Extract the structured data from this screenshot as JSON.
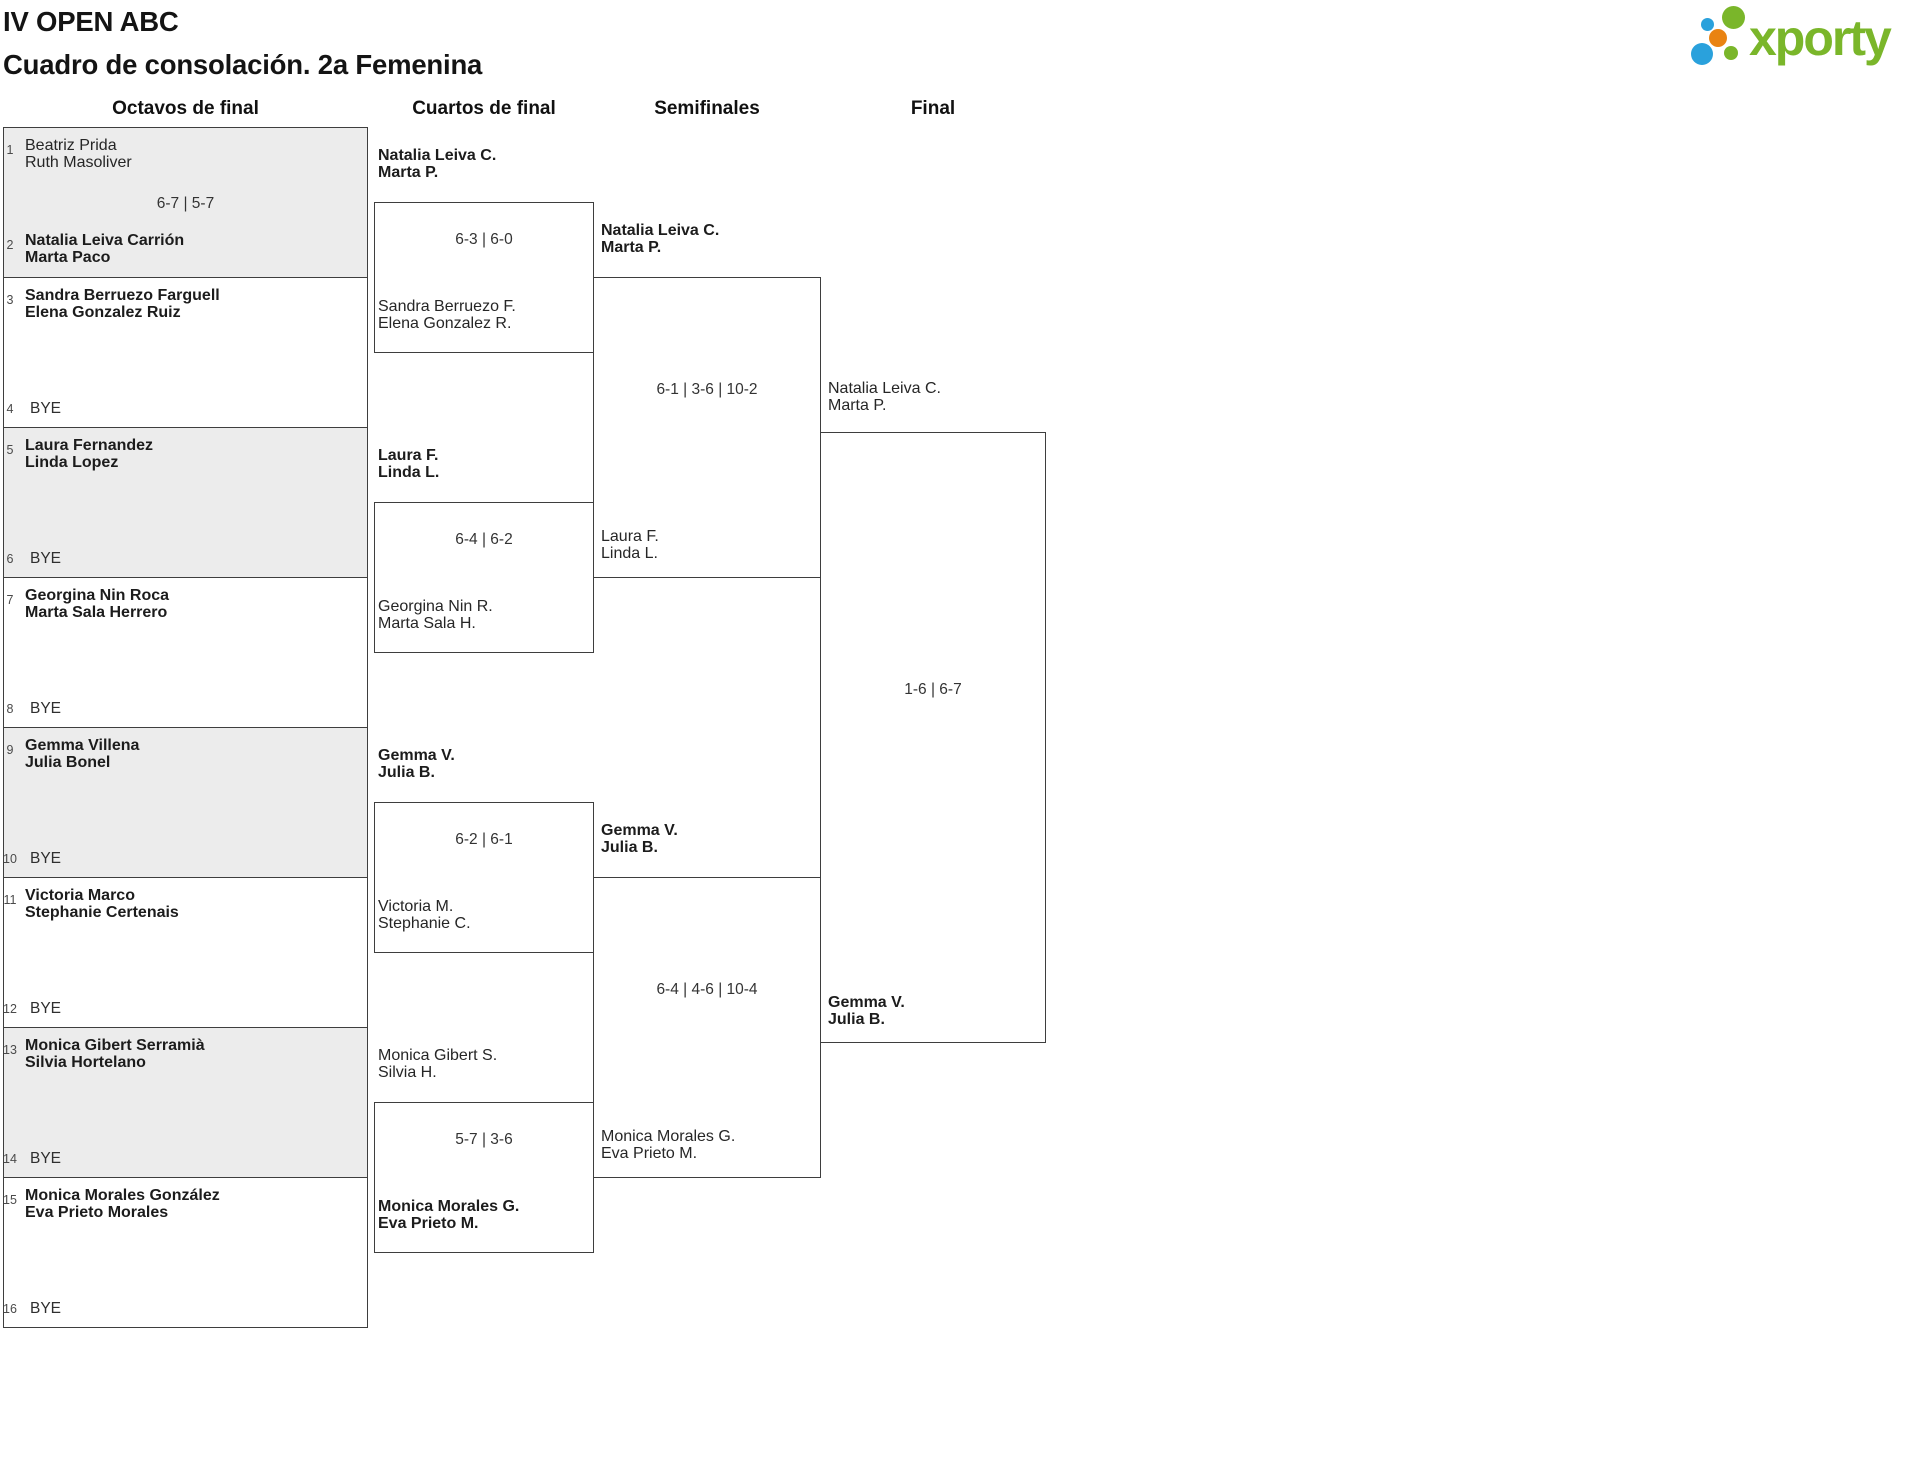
{
  "page": {
    "background": "#ffffff",
    "border_color": "#3e3e3e",
    "shaded_cell_color": "#ececec",
    "text_color": "#262626"
  },
  "header": {
    "title_line1": "IV OPEN ABC",
    "title_line2": "Cuadro de consolación. 2a Femenina"
  },
  "logo": {
    "brand": "xporty",
    "green": "#7ab62a",
    "blue": "#2aa1dc",
    "orange": "#e98312",
    "dot_icons": [
      "green-dot-large",
      "blue-dot-small",
      "orange-dot",
      "blue-dot-large",
      "green-dot-small"
    ]
  },
  "columns": [
    {
      "label": "Octavos de final"
    },
    {
      "label": "Cuartos de final"
    },
    {
      "label": "Semifinales"
    },
    {
      "label": "Final"
    }
  ],
  "rounds": {
    "octavos": [
      {
        "seed1": "1",
        "team1": [
          "Beatriz Prida",
          "Ruth Masoliver"
        ],
        "team1_winner": false,
        "seed2": "2",
        "team2": [
          "Natalia Leiva Carrión",
          "Marta Paco"
        ],
        "team2_winner": true,
        "score": "6-7 | 5-7",
        "shaded": true
      },
      {
        "seed1": "3",
        "team1": [
          "Sandra Berruezo Farguell",
          "Elena Gonzalez Ruiz"
        ],
        "team1_winner": true,
        "seed2": "4",
        "team2": [
          "BYE"
        ],
        "team2_winner": false,
        "score": "",
        "shaded": false
      },
      {
        "seed1": "5",
        "team1": [
          "Laura Fernandez",
          "Linda Lopez"
        ],
        "team1_winner": true,
        "seed2": "6",
        "team2": [
          "BYE"
        ],
        "team2_winner": false,
        "score": "",
        "shaded": true
      },
      {
        "seed1": "7",
        "team1": [
          "Georgina Nin Roca",
          "Marta Sala Herrero"
        ],
        "team1_winner": true,
        "seed2": "8",
        "team2": [
          "BYE"
        ],
        "team2_winner": false,
        "score": "",
        "shaded": false
      },
      {
        "seed1": "9",
        "team1": [
          "Gemma Villena",
          "Julia Bonel"
        ],
        "team1_winner": true,
        "seed2": "10",
        "team2": [
          "BYE"
        ],
        "team2_winner": false,
        "score": "",
        "shaded": true
      },
      {
        "seed1": "11",
        "team1": [
          "Victoria Marco",
          "Stephanie Certenais"
        ],
        "team1_winner": true,
        "seed2": "12",
        "team2": [
          "BYE"
        ],
        "team2_winner": false,
        "score": "",
        "shaded": false
      },
      {
        "seed1": "13",
        "team1": [
          "Monica Gibert Serramià",
          "Silvia Hortelano"
        ],
        "team1_winner": true,
        "seed2": "14",
        "team2": [
          "BYE"
        ],
        "team2_winner": false,
        "score": "",
        "shaded": true
      },
      {
        "seed1": "15",
        "team1": [
          "Monica Morales González",
          "Eva Prieto Morales"
        ],
        "team1_winner": true,
        "seed2": "16",
        "team2": [
          "BYE"
        ],
        "team2_winner": false,
        "score": "",
        "shaded": false
      }
    ],
    "cuartos": [
      {
        "team1": [
          "Natalia Leiva C.",
          "Marta P."
        ],
        "team1_winner": true,
        "team2": [
          "Sandra Berruezo F.",
          "Elena Gonzalez R."
        ],
        "team2_winner": false,
        "score": "6-3 | 6-0"
      },
      {
        "team1": [
          "Laura F.",
          "Linda L."
        ],
        "team1_winner": true,
        "team2": [
          "Georgina Nin R.",
          "Marta Sala H."
        ],
        "team2_winner": false,
        "score": "6-4 | 6-2"
      },
      {
        "team1": [
          "Gemma V.",
          "Julia B."
        ],
        "team1_winner": true,
        "team2": [
          "Victoria M.",
          "Stephanie C."
        ],
        "team2_winner": false,
        "score": "6-2 | 6-1"
      },
      {
        "team1": [
          "Monica Gibert S.",
          "Silvia H."
        ],
        "team1_winner": false,
        "team2": [
          "Monica Morales G.",
          "Eva Prieto M."
        ],
        "team2_winner": true,
        "score": "5-7 | 3-6"
      }
    ],
    "semifinales": [
      {
        "team1": [
          "Natalia Leiva C.",
          "Marta P."
        ],
        "team1_winner": true,
        "team2": [
          "Laura F.",
          "Linda L."
        ],
        "team2_winner": false,
        "score": "6-1 | 3-6 | 10-2"
      },
      {
        "team1": [
          "Gemma V.",
          "Julia B."
        ],
        "team1_winner": true,
        "team2": [
          "Monica Morales G.",
          "Eva Prieto M."
        ],
        "team2_winner": false,
        "score": "6-4 | 4-6 | 10-4"
      }
    ],
    "final": [
      {
        "team1": [
          "Natalia Leiva C.",
          "Marta P."
        ],
        "team1_winner": false,
        "team2": [
          "Gemma V.",
          "Julia B."
        ],
        "team2_winner": true,
        "score": "1-6 | 6-7"
      }
    ]
  }
}
